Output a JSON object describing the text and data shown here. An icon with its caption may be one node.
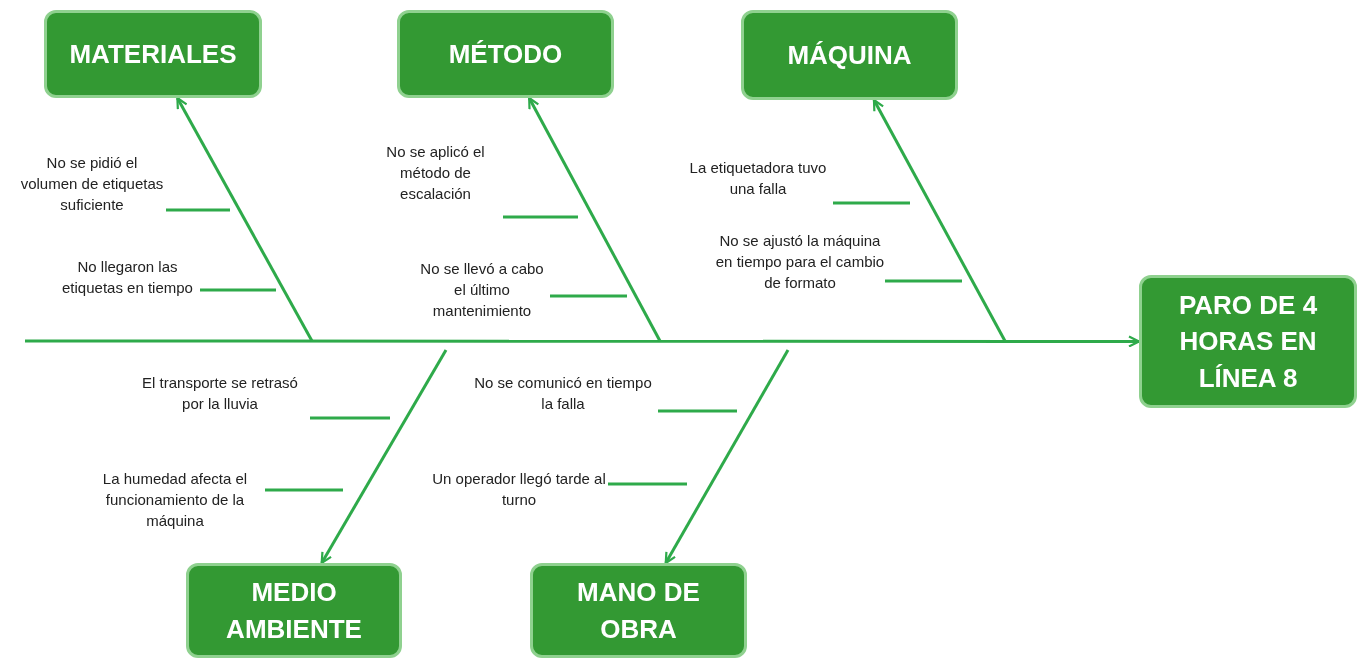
{
  "diagram": {
    "nodes": [
      {
        "text": [
          "MATERIALES"
        ]
      },
      {
        "text": [
          "MÉTODO"
        ]
      },
      {
        "text": [
          "MÁQUINA"
        ]
      },
      {
        "text": [
          "No se pidió el volumen de etiquetas suficiente"
        ]
      },
      {
        "text": [
          "No se aplicó el método de escalación"
        ]
      },
      {
        "text": [
          "La etiquetadora tuvo una falla"
        ]
      },
      {
        "text": [
          "No se ajustó la máquina en tiempo para el cambio de formato"
        ]
      },
      {
        "text": [
          "No llegaron las etiquetas en tiempo"
        ]
      },
      {
        "text": [
          "No se llevó a cabo el último mantenimiento"
        ]
      },
      {
        "text": [
          "PARO DE 4 HORAS EN LÍNEA 8"
        ]
      },
      {
        "text": [
          "El transporte se retrasó por la lluvia"
        ]
      },
      {
        "text": [
          "No se comunicó en tiempo la falla"
        ]
      },
      {
        "text": [
          "La humedad afecta el funcionamiento de la máquina"
        ]
      },
      {
        "text": [
          "Un operador llegó tarde al turno"
        ]
      },
      {
        "text": [
          "MEDIO AMBIENTE"
        ]
      },
      {
        "text": [
          "MANO DE OBRA"
        ]
      }
    ],
    "edges": [
      {
        "from": null,
        "to": 9,
        "arrow": "to"
      },
      {
        "from": null,
        "to": 0,
        "arrow": "to"
      },
      {
        "from": null,
        "to": 1,
        "arrow": "to"
      },
      {
        "from": null,
        "to": 2,
        "arrow": "to"
      },
      {
        "from": null,
        "to": 14,
        "arrow": "to"
      },
      {
        "from": null,
        "to": 15,
        "arrow": "to"
      },
      {
        "from": 3,
        "to": null,
        "arrow": "none"
      },
      {
        "from": 7,
        "to": null,
        "arrow": "none"
      },
      {
        "from": 4,
        "to": null,
        "arrow": "none"
      },
      {
        "from": 8,
        "to": null,
        "arrow": "none"
      },
      {
        "from": 5,
        "to": null,
        "arrow": "none"
      },
      {
        "from": 6,
        "to": null,
        "arrow": "none"
      },
      {
        "from": 10,
        "to": null,
        "arrow": "none"
      },
      {
        "from": 12,
        "to": null,
        "arrow": "none"
      },
      {
        "from": 11,
        "to": null,
        "arrow": "none"
      },
      {
        "from": 13,
        "to": null,
        "arrow": "none"
      }
    ]
  }
}
